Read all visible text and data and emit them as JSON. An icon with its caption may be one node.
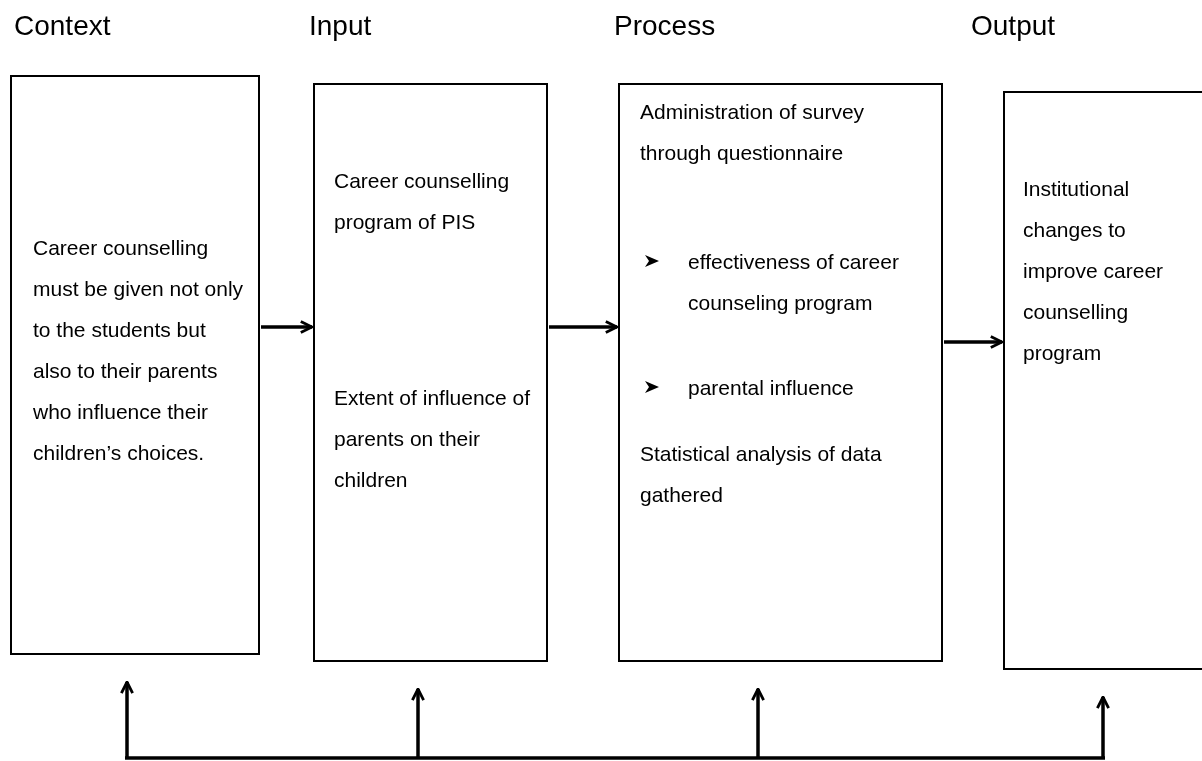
{
  "diagram": {
    "nodes": [
      {
        "text": [
          "Context",
          "Career counselling must be given not only to the students but also to their parents who influence their children’s choices."
        ]
      },
      {
        "text": [
          "Input",
          "Career counselling program of PIS",
          "Extent of influence of parents on their children"
        ]
      },
      {
        "text": [
          "Process",
          "Administration of survey through questionnaire",
          "effectiveness of career counseling program",
          "parental influence",
          "Statistical analysis of data gathered"
        ]
      },
      {
        "text": [
          "Output",
          "Institutional changes to improve career counselling program"
        ]
      }
    ],
    "edges": [
      {
        "from": 0,
        "to": 1,
        "arrow": "to"
      },
      {
        "from": 1,
        "to": 2,
        "arrow": "to"
      },
      {
        "from": 2,
        "to": 3,
        "arrow": "to"
      },
      {
        "from": null,
        "to": 0,
        "arrow": "to"
      },
      {
        "from": null,
        "to": 1,
        "arrow": "to"
      },
      {
        "from": null,
        "to": 2,
        "arrow": "to"
      },
      {
        "from": null,
        "to": 3,
        "arrow": "to"
      }
    ]
  }
}
